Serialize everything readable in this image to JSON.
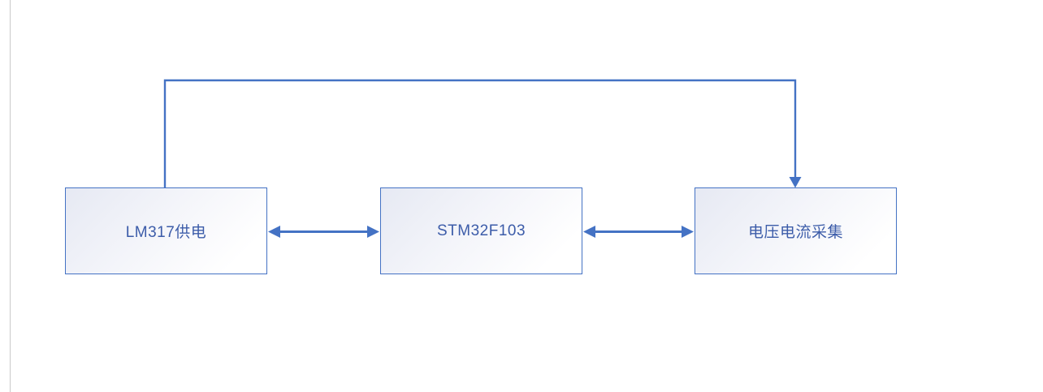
{
  "diagram": {
    "nodes": [
      {
        "id": "lm317",
        "label": "LM317供电"
      },
      {
        "id": "stm32",
        "label": "STM32F103"
      },
      {
        "id": "acquire",
        "label": "电压电流采集"
      }
    ],
    "edges": [
      {
        "from": "lm317",
        "to": "stm32",
        "type": "double-arrow"
      },
      {
        "from": "stm32",
        "to": "acquire",
        "type": "double-arrow"
      },
      {
        "from": "lm317",
        "to": "acquire",
        "type": "arrow",
        "route": "over-top"
      }
    ],
    "colors": {
      "accent": "#4472c4",
      "node_text": "#3c5ca9",
      "node_fill_start": "#e6e9f3",
      "node_fill_end": "#ffffff",
      "page_edge": "#c9c9c9"
    }
  }
}
